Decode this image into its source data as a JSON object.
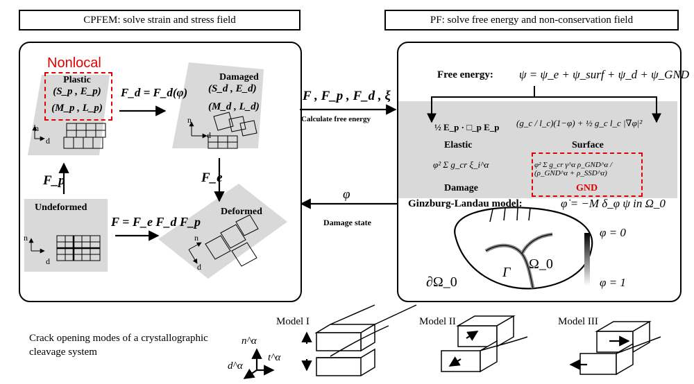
{
  "headers": {
    "left": "CPFEM: solve strain and stress field",
    "right": "PF: solve free energy and non-conservation field"
  },
  "left_panel": {
    "nonlocal": "Nonlocal",
    "plastic": {
      "title": "Plastic",
      "sp_ep": "(S_p , E_p)",
      "mp_lp": "(M_p , L_p)"
    },
    "damaged": {
      "title": "Damaged",
      "sd_ed": "(S_d , E_d)",
      "md_ld": "(M_d , L_d)"
    },
    "undeformed": "Undeformed",
    "deformed": "Deformed",
    "eq_fd": "F_d = F_d(φ)",
    "eq_fp": "F_p",
    "eq_fe": "F_e",
    "eq_f": "F = F_e F_d F_p",
    "axis_n": "n",
    "axis_d": "d"
  },
  "middle": {
    "top_vars": "F , F_p , F_d , ξ",
    "top_caption": "Calculate free energy",
    "bottom_var": "φ",
    "bottom_caption": "Damage state"
  },
  "right_panel": {
    "free_energy_label": "Free energy:",
    "free_energy_eq": "ψ = ψ_e + ψ_surf + ψ_d + ψ_GND",
    "elastic_eq": "½ E_p · □_p E_p",
    "elastic": "Elastic",
    "surface_eq": "(g_c / l_c)(1−φ) + ½ g_c l_c |∇φ|²",
    "surface": "Surface",
    "damage_eq": "φ² Σ g_cr ξ_i^α",
    "damage": "Damage",
    "gnd_eq": "φ² Σ g_cr γ^α ρ_GND^α / (ρ_GND^α + ρ_SSD^α)",
    "gnd": "GND",
    "gl_label": "Ginzburg-Landau model:",
    "gl_eq": "φ̇ = −M δ_φ ψ  in Ω_0",
    "omega0": "Ω_0",
    "boundary": "∂Ω_0",
    "gamma": "Γ",
    "phi0": "φ = 0",
    "phi1": "φ = 1"
  },
  "bottom": {
    "caption_line1": "Crack opening modes of a crystallographic",
    "caption_line2": "cleavage system",
    "model1": "Model I",
    "model2": "Model II",
    "model3": "Model III",
    "n_alpha": "n^α",
    "t_alpha": "t^α",
    "d_alpha": "d^α"
  },
  "colors": {
    "gray_fill": "#d9d9d9",
    "red_dash": "#e00000"
  }
}
